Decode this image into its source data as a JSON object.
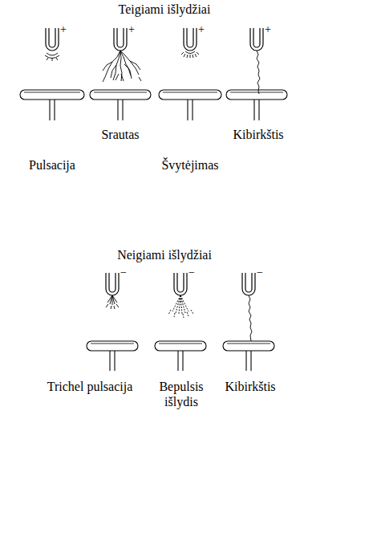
{
  "diagram": {
    "labels": [
      "Teigiami išlydžiai",
      "+",
      "+",
      "+",
      "+",
      "Srautas",
      "Kibirkštis",
      "Pulsacija",
      "Švytėjimas",
      "Neigiami išlydžiai",
      "−",
      "−",
      "−",
      "Trichel pulsacija",
      "Bepulsis išlydis",
      "Kibirkštis"
    ]
  }
}
